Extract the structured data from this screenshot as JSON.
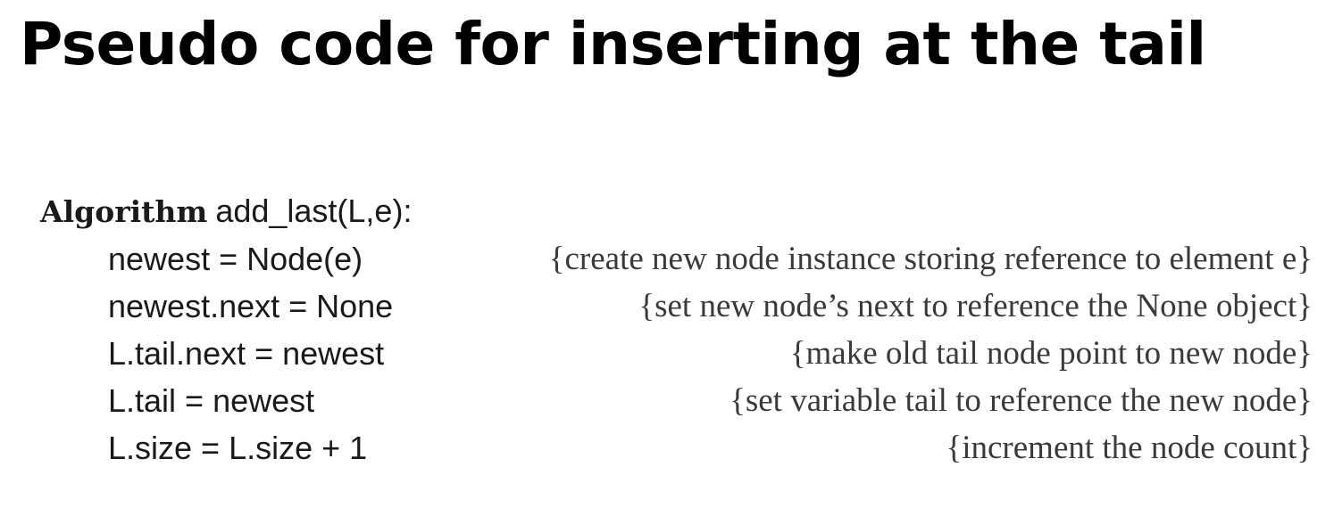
{
  "slide": {
    "title": "Pseudo code for inserting at the tail"
  },
  "algorithm": {
    "keyword": "Algorithm",
    "signature": "add_last(L,e):",
    "lines": [
      {
        "code": "newest = Node(e)",
        "comment": "{create new node instance storing reference to element e}"
      },
      {
        "code": "newest.next = None",
        "comment": "{set new node’s next to reference the None object}"
      },
      {
        "code": "L.tail.next = newest",
        "comment": "{make old tail node point to new node}"
      },
      {
        "code": "L.tail = newest",
        "comment": "{set variable tail to reference the new node}"
      },
      {
        "code": "L.size = L.size + 1",
        "comment": "{increment the node count}"
      }
    ]
  }
}
